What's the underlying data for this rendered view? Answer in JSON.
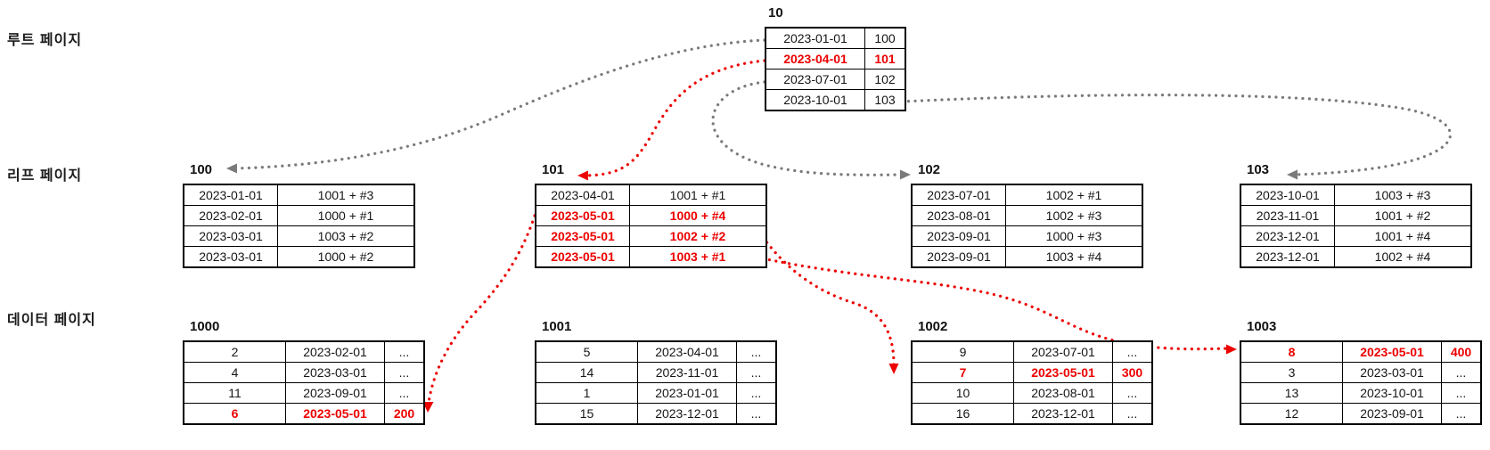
{
  "colors": {
    "highlight_red": "#ec0000",
    "key_cell_bg": "#fcefd1",
    "arrow_gray": "#7a7a7a",
    "border": "#000000"
  },
  "row_labels": {
    "root": "루트 페이지",
    "leaf": "리프 페이지",
    "data": "데이터 페이지"
  },
  "root_page": {
    "title": "10",
    "rows": [
      {
        "key": "2023-01-01",
        "page": "100",
        "hl": false
      },
      {
        "key": "2023-04-01",
        "page": "101",
        "hl": true
      },
      {
        "key": "2023-07-01",
        "page": "102",
        "hl": false
      },
      {
        "key": "2023-10-01",
        "page": "103",
        "hl": false
      }
    ]
  },
  "leaf_pages": [
    {
      "title": "100",
      "rows": [
        {
          "key": "2023-01-01",
          "ref": "1001 + #3",
          "hl": false
        },
        {
          "key": "2023-02-01",
          "ref": "1000 + #1",
          "hl": false
        },
        {
          "key": "2023-03-01",
          "ref": "1003 + #2",
          "hl": false
        },
        {
          "key": "2023-03-01",
          "ref": "1000 + #2",
          "hl": false
        }
      ]
    },
    {
      "title": "101",
      "rows": [
        {
          "key": "2023-04-01",
          "ref": "1001 + #1",
          "hl": false
        },
        {
          "key": "2023-05-01",
          "ref": "1000 + #4",
          "hl": true
        },
        {
          "key": "2023-05-01",
          "ref": "1002 + #2",
          "hl": true
        },
        {
          "key": "2023-05-01",
          "ref": "1003 + #1",
          "hl": true
        }
      ]
    },
    {
      "title": "102",
      "rows": [
        {
          "key": "2023-07-01",
          "ref": "1002 + #1",
          "hl": false
        },
        {
          "key": "2023-08-01",
          "ref": "1002 + #3",
          "hl": false
        },
        {
          "key": "2023-09-01",
          "ref": "1000 + #3",
          "hl": false
        },
        {
          "key": "2023-09-01",
          "ref": "1003 + #4",
          "hl": false
        }
      ]
    },
    {
      "title": "103",
      "rows": [
        {
          "key": "2023-10-01",
          "ref": "1003 + #3",
          "hl": false
        },
        {
          "key": "2023-11-01",
          "ref": "1001 + #2",
          "hl": false
        },
        {
          "key": "2023-12-01",
          "ref": "1001 + #4",
          "hl": false
        },
        {
          "key": "2023-12-01",
          "ref": "1002 + #4",
          "hl": false
        }
      ]
    }
  ],
  "data_pages": [
    {
      "title": "1000",
      "rows": [
        {
          "id": "2",
          "date": "2023-02-01",
          "val": "...",
          "hl": false
        },
        {
          "id": "4",
          "date": "2023-03-01",
          "val": "...",
          "hl": false
        },
        {
          "id": "11",
          "date": "2023-09-01",
          "val": "...",
          "hl": false
        },
        {
          "id": "6",
          "date": "2023-05-01",
          "val": "200",
          "hl": true
        }
      ]
    },
    {
      "title": "1001",
      "rows": [
        {
          "id": "5",
          "date": "2023-04-01",
          "val": "...",
          "hl": false
        },
        {
          "id": "14",
          "date": "2023-11-01",
          "val": "...",
          "hl": false
        },
        {
          "id": "1",
          "date": "2023-01-01",
          "val": "...",
          "hl": false
        },
        {
          "id": "15",
          "date": "2023-12-01",
          "val": "...",
          "hl": false
        }
      ]
    },
    {
      "title": "1002",
      "rows": [
        {
          "id": "9",
          "date": "2023-07-01",
          "val": "...",
          "hl": false
        },
        {
          "id": "7",
          "date": "2023-05-01",
          "val": "300",
          "hl": true
        },
        {
          "id": "10",
          "date": "2023-08-01",
          "val": "...",
          "hl": false
        },
        {
          "id": "16",
          "date": "2023-12-01",
          "val": "...",
          "hl": false
        }
      ]
    },
    {
      "title": "1003",
      "rows": [
        {
          "id": "8",
          "date": "2023-05-01",
          "val": "400",
          "hl": true
        },
        {
          "id": "3",
          "date": "2023-03-01",
          "val": "...",
          "hl": false
        },
        {
          "id": "13",
          "date": "2023-10-01",
          "val": "...",
          "hl": false
        },
        {
          "id": "12",
          "date": "2023-09-01",
          "val": "...",
          "hl": false
        }
      ]
    }
  ]
}
